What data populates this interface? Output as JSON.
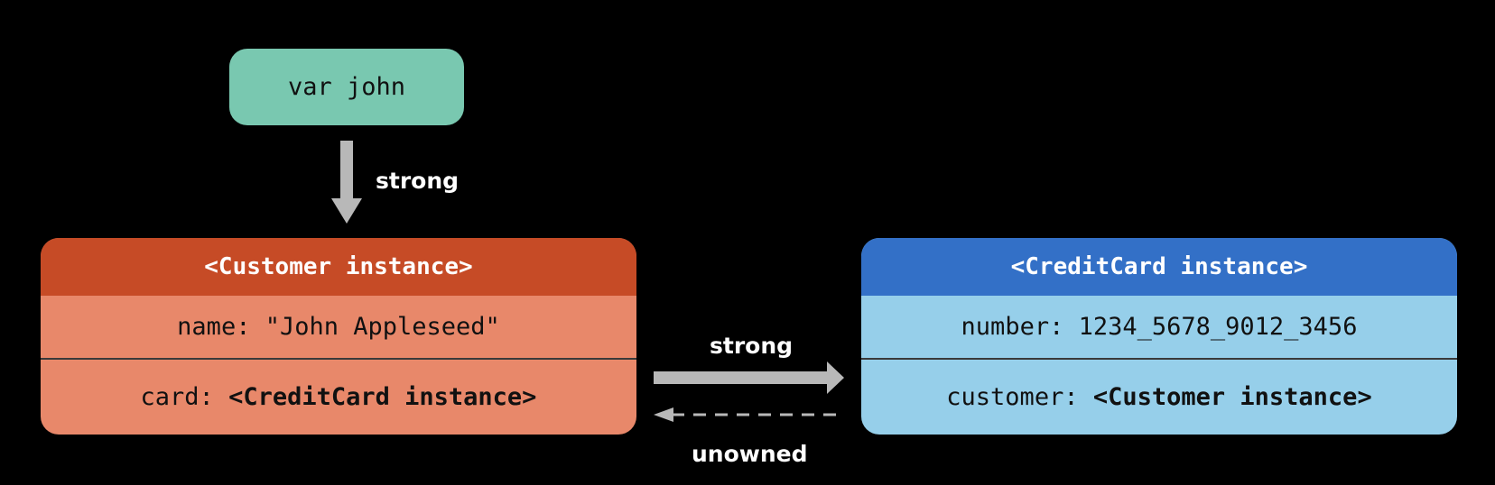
{
  "colors": {
    "background": "#000000",
    "variable_fill": "#79c8b0",
    "customer_header": "#c64b26",
    "customer_body": "#e8886a",
    "creditcard_header": "#3370c7",
    "creditcard_body": "#96cfea",
    "arrow": "#b8b8b8"
  },
  "variable": {
    "label": "var john"
  },
  "edges": {
    "john_to_customer": "strong",
    "customer_to_card": "strong",
    "card_to_customer": "unowned"
  },
  "customer": {
    "title": "<Customer instance>",
    "name_key": "name: ",
    "name_value": "\"John Appleseed\"",
    "card_key": "card: ",
    "card_value": "<CreditCard instance>"
  },
  "creditcard": {
    "title": "<CreditCard instance>",
    "number_key": "number: ",
    "number_value": "1234_5678_9012_3456",
    "customer_key": "customer: ",
    "customer_value": "<Customer instance>"
  }
}
